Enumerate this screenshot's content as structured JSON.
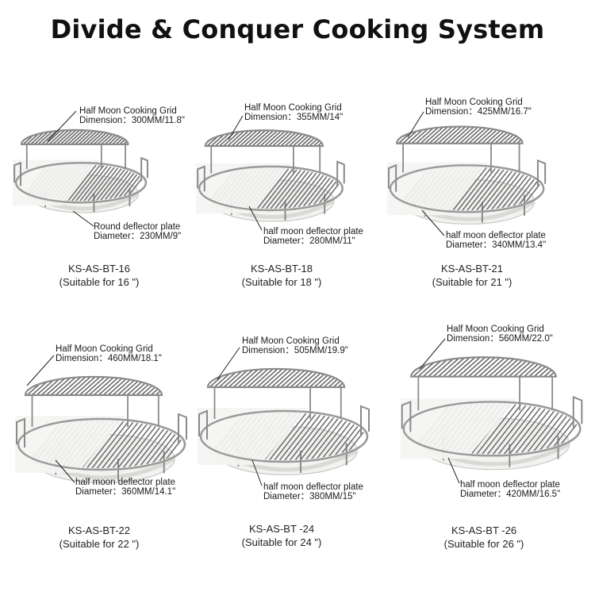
{
  "title": "Divide & Conquer Cooking System",
  "products": [
    {
      "grid_label": "Half Moon Cooking Grid",
      "grid_dimension": "Dimension：300MM/11.8\"",
      "plate_label": "Round deflector plate",
      "plate_dimension": "Diameter：230MM/9\"",
      "model": "KS-AS-BT-16",
      "suitable": "(Suitable for 16 \")"
    },
    {
      "grid_label": "Half Moon Cooking Grid",
      "grid_dimension": "Dimension：355MM/14\"",
      "plate_label": "half moon deflector plate",
      "plate_dimension": "Diameter：280MM/11\"",
      "model": "KS-AS-BT-18",
      "suitable": "(Suitable for 18 \")"
    },
    {
      "grid_label": "Half Moon Cooking Grid",
      "grid_dimension": "Dimension：425MM/16.7\"",
      "plate_label": "half moon deflector plate",
      "plate_dimension": "Diameter：340MM/13.4\"",
      "model": "KS-AS-BT-21",
      "suitable": "(Suitable for 21 \")"
    },
    {
      "grid_label": "Half Moon Cooking Grid",
      "grid_dimension": "Dimension：460MM/18.1\"",
      "plate_label": "half moon deflector plate",
      "plate_dimension": "Diameter：360MM/14.1\"",
      "model": "KS-AS-BT-22",
      "suitable": "(Suitable for 22 \")"
    },
    {
      "grid_label": "Half Moon Cooking Grid",
      "grid_dimension": "Dimension：505MM/19.9\"",
      "plate_label": "half moon deflector plate",
      "plate_dimension": "Diameter：380MM/15\"",
      "model": "KS-AS-BT -24",
      "suitable": "(Suitable for 24 \")"
    },
    {
      "grid_label": "Half Moon Cooking Grid",
      "grid_dimension": "Dimension：560MM/22.0\"",
      "plate_label": "half moon deflector plate",
      "plate_dimension": "Diameter：420MM/16.5\"",
      "model": "KS-AS-BT -26",
      "suitable": "(Suitable for 26 \")"
    }
  ]
}
